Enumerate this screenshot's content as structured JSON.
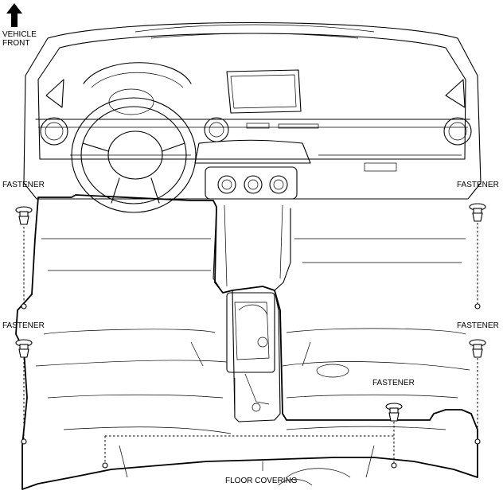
{
  "labels": {
    "vehicle_front_line1": "VEHICLE",
    "vehicle_front_line2": "FRONT",
    "fastener": "FASTENER",
    "floor_covering": "FLOOR COVERING"
  },
  "icons": {
    "direction_arrow": "up-arrow-icon",
    "fastener": "push-clip-fastener-icon"
  }
}
